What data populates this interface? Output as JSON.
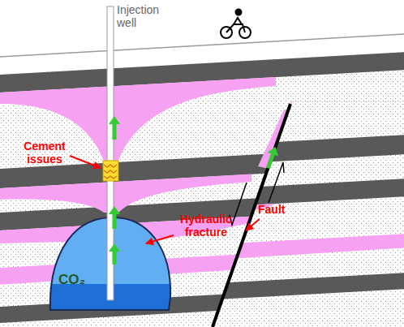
{
  "diagram": {
    "nodes": [
      {
        "text": [
          "CO₂"
        ]
      }
    ],
    "labels": [
      "Injection well",
      "Cement issues",
      "Hydraulic fracture",
      "Fault"
    ]
  }
}
